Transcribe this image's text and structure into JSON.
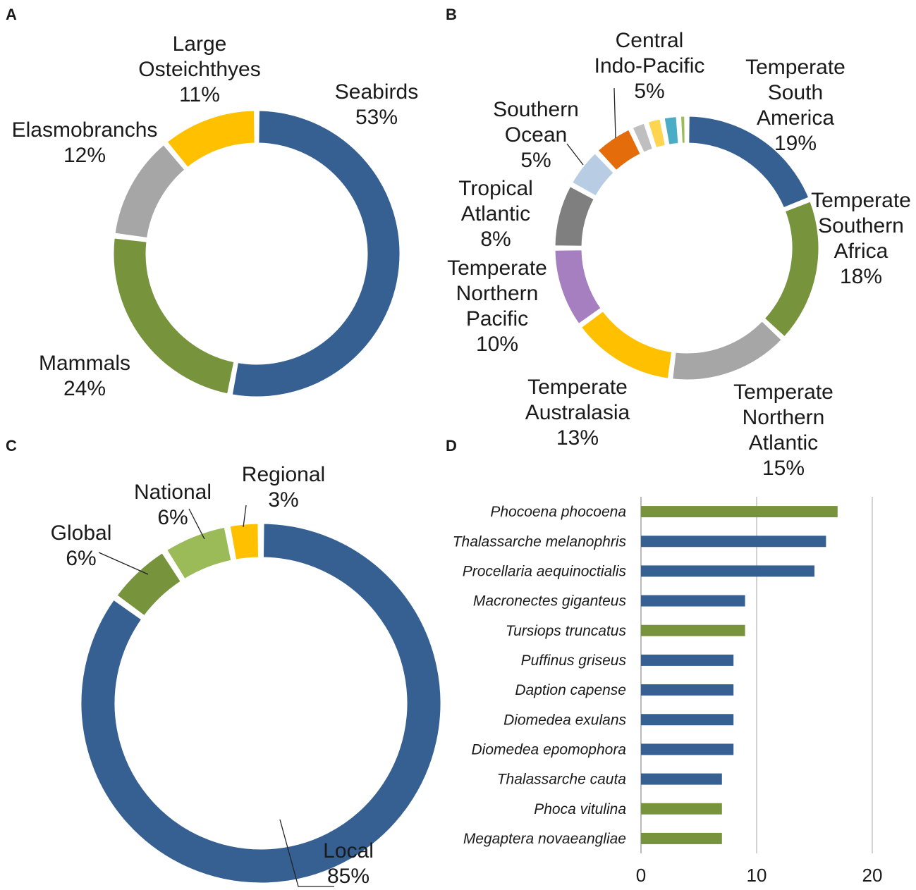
{
  "chart_data": [
    {
      "panel": "A",
      "type": "pie",
      "variant": "donut",
      "slices": [
        {
          "label": "Seabirds",
          "value": 53,
          "value_label": "53%",
          "color": "#366092"
        },
        {
          "label": "Mammals",
          "value": 24,
          "value_label": "24%",
          "color": "#77933C"
        },
        {
          "label": "Elasmobranchs",
          "value": 12,
          "value_label": "12%",
          "color": "#A6A6A6"
        },
        {
          "label": "Large Osteichthyes",
          "value": 11,
          "value_label": "11%",
          "color": "#FFC000"
        }
      ]
    },
    {
      "panel": "B",
      "type": "pie",
      "variant": "donut",
      "slices": [
        {
          "label": "Temperate South America",
          "value": 19,
          "value_label": "19%",
          "color": "#366092"
        },
        {
          "label": "Temperate Southern Africa",
          "value": 18,
          "value_label": "18%",
          "color": "#77933C"
        },
        {
          "label": "Temperate Northern Atlantic",
          "value": 15,
          "value_label": "15%",
          "color": "#A6A6A6"
        },
        {
          "label": "Temperate Australasia",
          "value": 13,
          "value_label": "13%",
          "color": "#FFC000"
        },
        {
          "label": "Temperate Northern Pacific",
          "value": 10,
          "value_label": "10%",
          "color": "#A57FC0"
        },
        {
          "label": "Tropical Atlantic",
          "value": 8,
          "value_label": "8%",
          "color": "#7F7F7F"
        },
        {
          "label": "Southern Ocean",
          "value": 5,
          "value_label": "5%",
          "color": "#B8CCE4"
        },
        {
          "label": "Central Indo-Pacific",
          "value": 5,
          "value_label": "5%",
          "color": "#E46C0A"
        },
        {
          "label": "",
          "value": 2,
          "value_label": "",
          "color": "#BFBFBF"
        },
        {
          "label": "",
          "value": 2,
          "value_label": "",
          "color": "#FFD54F"
        },
        {
          "label": "",
          "value": 2,
          "value_label": "",
          "color": "#4BACC6"
        },
        {
          "label": "",
          "value": 1,
          "value_label": "",
          "color": "#9BBB59"
        }
      ]
    },
    {
      "panel": "C",
      "type": "pie",
      "variant": "donut",
      "slices": [
        {
          "label": "Local",
          "value": 85,
          "value_label": "85%",
          "color": "#366092"
        },
        {
          "label": "Global",
          "value": 6,
          "value_label": "6%",
          "color": "#77933C"
        },
        {
          "label": "National",
          "value": 6,
          "value_label": "6%",
          "color": "#9BBB59"
        },
        {
          "label": "Regional",
          "value": 3,
          "value_label": "3%",
          "color": "#FFC000"
        }
      ]
    },
    {
      "panel": "D",
      "type": "bar",
      "orientation": "horizontal",
      "categories": [
        "Phocoena phocoena",
        "Thalassarche melanophris",
        "Procellaria aequinoctialis",
        "Macronectes giganteus",
        "Tursiops truncatus",
        "Puffinus griseus",
        "Daption capense",
        "Diomedea exulans",
        "Diomedea epomophora",
        "Thalassarche cauta",
        "Phoca vitulina",
        "Megaptera novaeangliae"
      ],
      "values": [
        17,
        16,
        15,
        9,
        9,
        8,
        8,
        8,
        8,
        7,
        7,
        7
      ],
      "colors": [
        "#77933C",
        "#366092",
        "#366092",
        "#366092",
        "#77933C",
        "#366092",
        "#366092",
        "#366092",
        "#366092",
        "#366092",
        "#77933C",
        "#77933C"
      ],
      "xlim": [
        0,
        20
      ],
      "xticks": [
        0,
        10,
        20
      ],
      "grid": "vertical"
    }
  ]
}
